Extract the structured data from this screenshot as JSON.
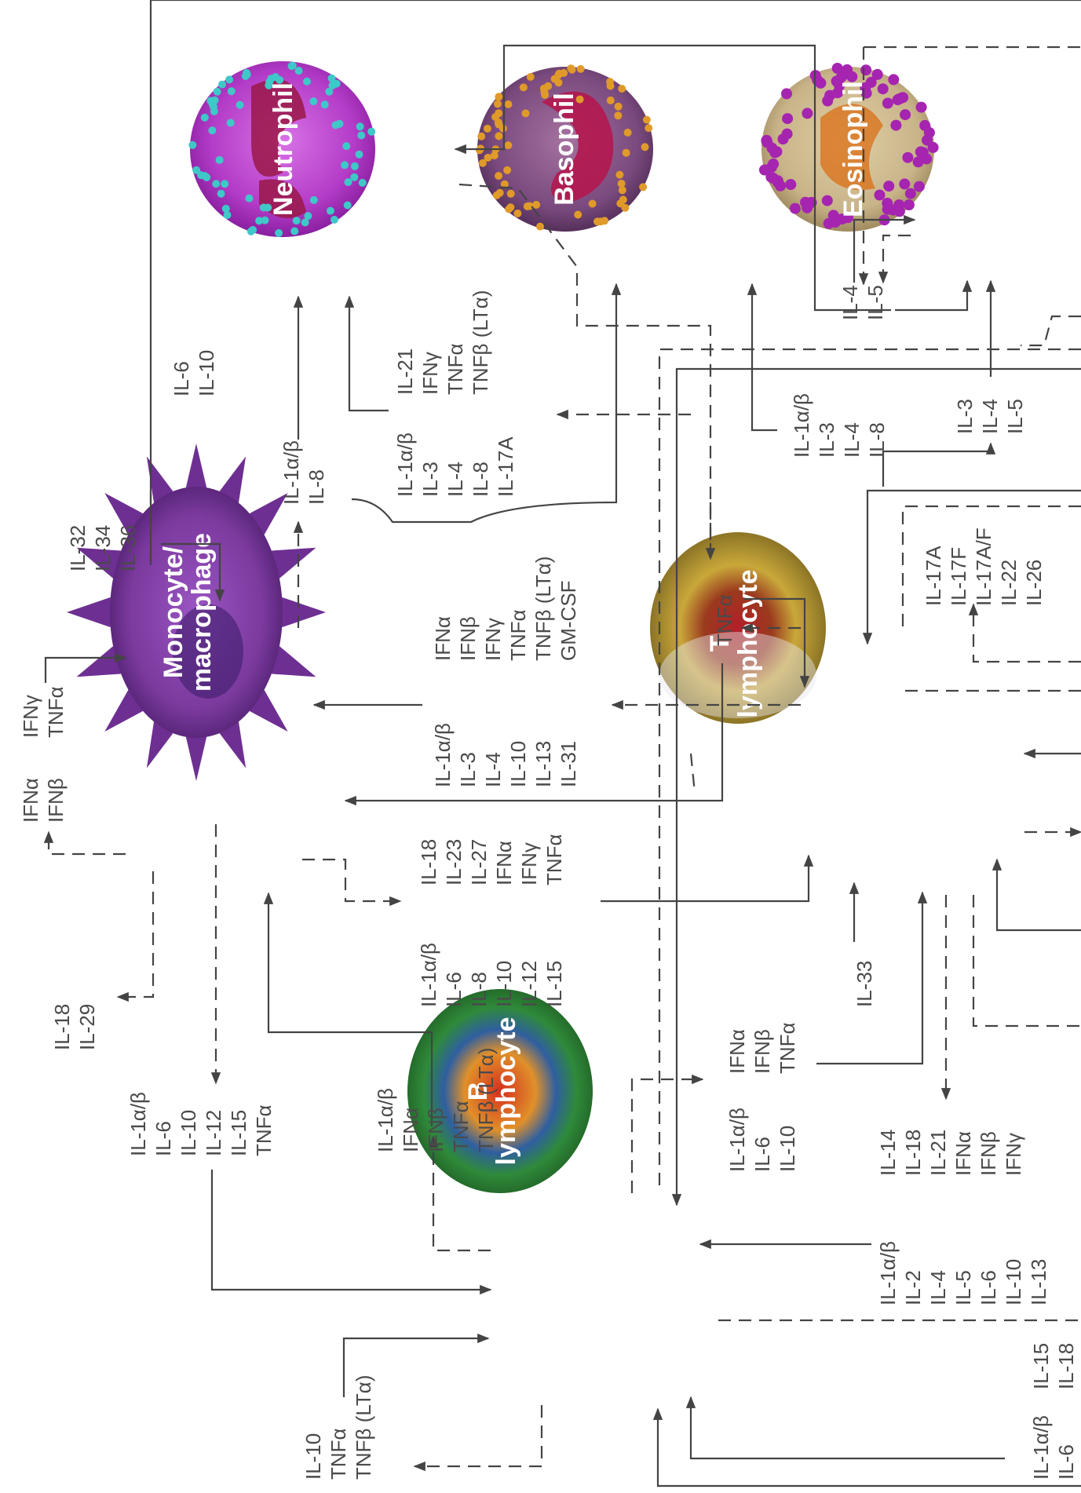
{
  "cells": {
    "neutrophil": "Neutrophil",
    "basophil": "Basophil",
    "eosinophil": "Eosinophil",
    "monocyte": [
      "Monocyte/",
      "macrophage"
    ],
    "t_lymphocyte": [
      "T",
      "lymphocyte"
    ],
    "b_lymphocyte": [
      "B",
      "lymphocyte"
    ]
  },
  "labels": {
    "g01": [
      "IL-6",
      "IL-10"
    ],
    "g02": [
      "IL-1α/β",
      "IL-8"
    ],
    "g03": [
      "IL-21",
      "IFNγ",
      "TNFα",
      "TNFβ (LTα)"
    ],
    "g04": [
      "IL-1α/β",
      "IL-3",
      "IL-4",
      "IL-8",
      "IL-17A"
    ],
    "g05": [
      "IL-4",
      "IL-5"
    ],
    "g06": [
      "IL-1α/β",
      "IL-3",
      "IL-4",
      "IL-8"
    ],
    "g07": [
      "IL-3",
      "IL-4",
      "IL-5"
    ],
    "g08": [
      "IL-32",
      "IL-34",
      "IL-36"
    ],
    "g09": [
      "IFNα",
      "IFNβ",
      "IFNγ",
      "TNFα",
      "TNFβ (LTα)",
      "GM-CSF"
    ],
    "g10": [
      "TNFα"
    ],
    "g11": [
      "IL-17A",
      "IL-17F",
      "IL-17A/F",
      "IL-22",
      "IL-26"
    ],
    "g12": [
      "IFNα",
      "IFNβ"
    ],
    "g13": [
      "IFNγ",
      "TNFα"
    ],
    "g14": [
      "IL-1α/β",
      "IL-3",
      "IL-4",
      "IL-10",
      "IL-13",
      "IL-31"
    ],
    "g15": [
      "IL-18",
      "IL-23",
      "IL-27",
      "IFNα",
      "IFNγ",
      "TNFα"
    ],
    "g16": [
      "IL-1α/β",
      "IL-6",
      "IL-8",
      "IL-10",
      "IL-12",
      "IL-15"
    ],
    "g17": [
      "IL-18",
      "IL-29"
    ],
    "g18": [
      "IL-33"
    ],
    "g19": [
      "IL-1α/β",
      "IL-6",
      "IL-10",
      "IL-12",
      "IL-15",
      "TNFα"
    ],
    "g20": [
      "IL-1α/β",
      "IFNα",
      "IFNβ",
      "TNFα",
      "TNFβ (LTα)"
    ],
    "g21": [
      "IFNα",
      "IFNβ",
      "TNFα"
    ],
    "g22": [
      "IL-1α/β",
      "IL-6",
      "IL-10"
    ],
    "g23": [
      "IL-14",
      "IL-18",
      "IL-21",
      "IFNα",
      "IFNβ",
      "IFNγ"
    ],
    "g24": [
      "IL-1α/β",
      "IL-2",
      "IL-4",
      "IL-5",
      "IL-6",
      "IL-10",
      "IL-13"
    ],
    "g25": [
      "IL-10",
      "TNFα",
      "TNFβ (LTα)"
    ],
    "g26": [
      "IL-15",
      "IL-18"
    ],
    "g27": [
      "IL-1α/β",
      "IL-6"
    ]
  },
  "colors": {
    "neutrophil": "#b43cc8",
    "basophil": "#7a4a7e",
    "eosinophil": "#c9b48a",
    "monocyte": "#7b3a9e",
    "t_lymphocyte": "#b89a2a",
    "b_lymphocyte": "#2f8a3a",
    "lines": "#444444",
    "text": "#4a4a4a"
  }
}
